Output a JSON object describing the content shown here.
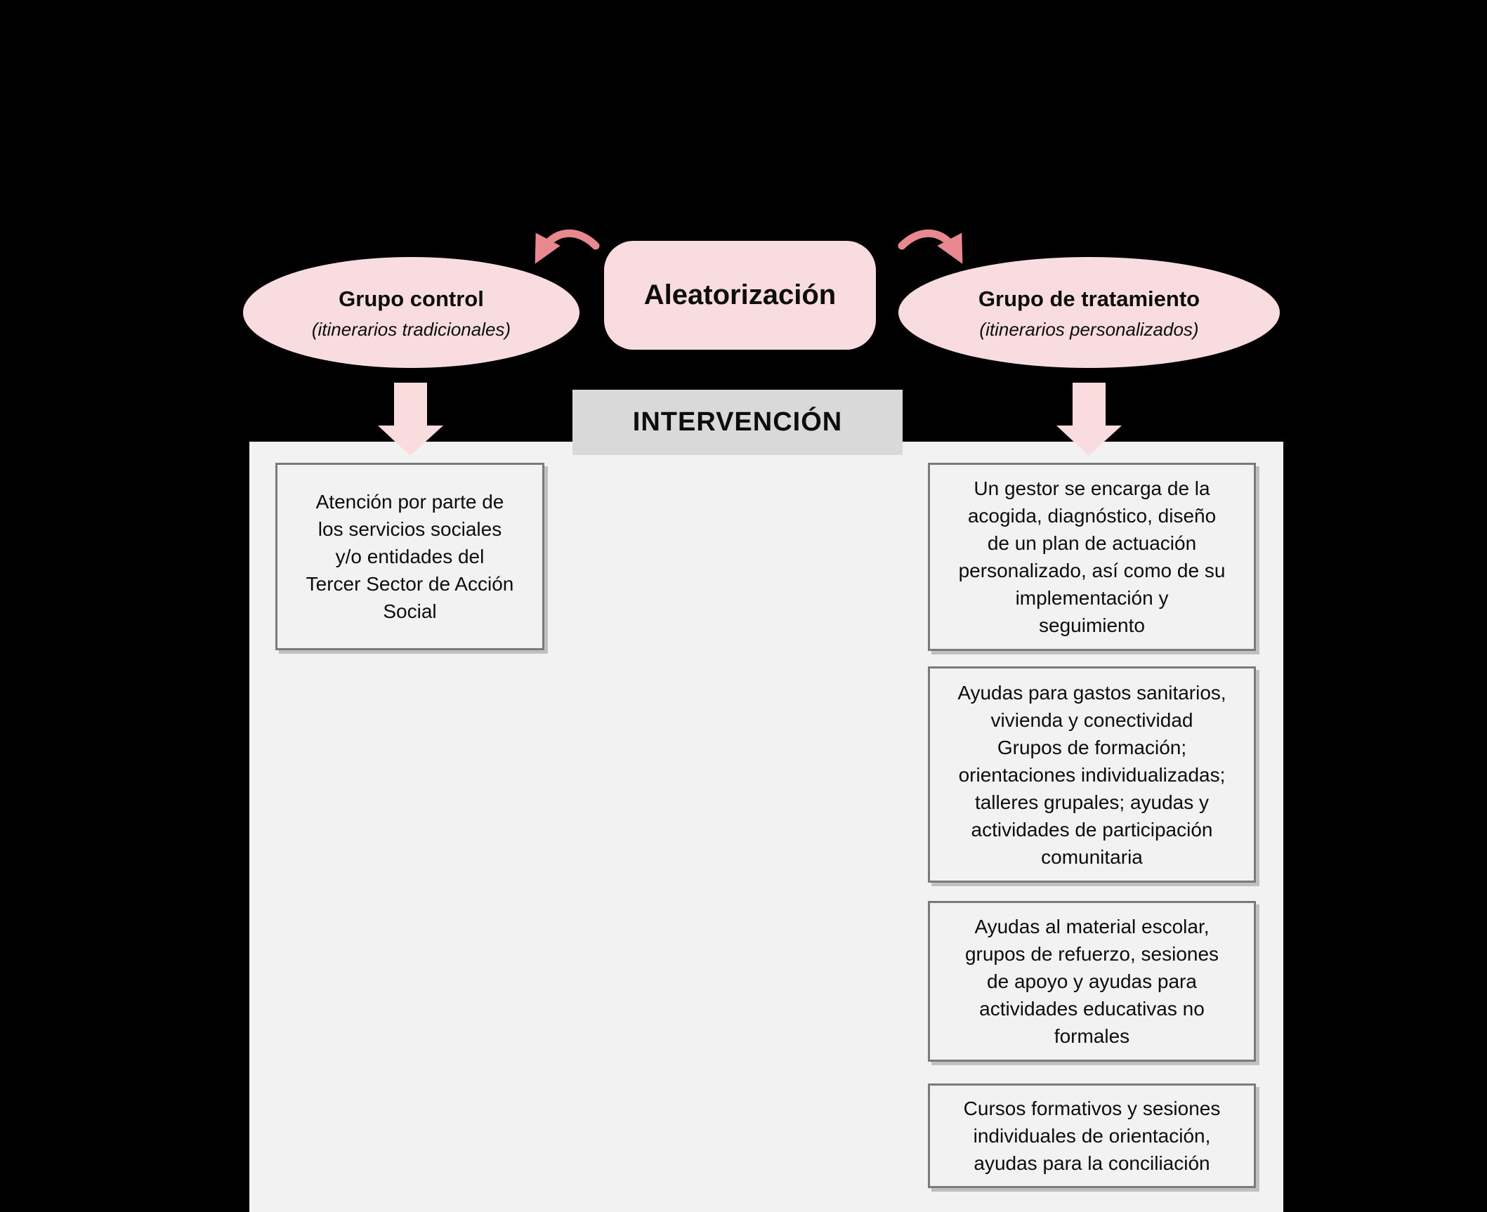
{
  "diagram": {
    "randomization": {
      "label": "Aleatorización"
    },
    "control_group": {
      "title": "Grupo control",
      "subtitle": "(itinerarios tradicionales)"
    },
    "treatment_group": {
      "title": "Grupo de tratamiento",
      "subtitle": "(itinerarios personalizados)"
    },
    "intervention": {
      "label": "INTERVENCIÓN"
    },
    "control_box": {
      "lines": [
        "Atención por parte de",
        "los servicios sociales",
        "y/o entidades del",
        "Tercer Sector de Acción",
        "Social"
      ]
    },
    "treatment_boxes": [
      {
        "lines": [
          "Un gestor se encarga de la",
          "acogida, diagnóstico, diseño",
          "de un plan de actuación",
          "personalizado, así como de su",
          "implementación y",
          "seguimiento"
        ]
      },
      {
        "lines": [
          "Ayudas para gastos sanitarios,",
          "vivienda y conectividad",
          "Grupos de formación;",
          "orientaciones individualizadas;",
          "talleres grupales; ayudas y",
          "actividades de participación",
          "comunitaria"
        ]
      },
      {
        "lines": [
          "Ayudas al material escolar,",
          "grupos de refuerzo, sesiones",
          "de apoyo y ayudas para",
          "actividades educativas no",
          "formales"
        ]
      },
      {
        "lines": [
          "Cursos formativos y sesiones",
          "individuales de orientación,",
          "ayudas para la conciliación"
        ]
      }
    ],
    "colors": {
      "background": "#000000",
      "panel": "#f2f2f2",
      "node_fill": "#f9dce0",
      "curved_arrow": "#e8888f",
      "block_arrow": "#fadbde",
      "intervention_bg": "#d9d9d9",
      "box_border": "#7a7a7a",
      "text": "#0d0d0d"
    }
  }
}
